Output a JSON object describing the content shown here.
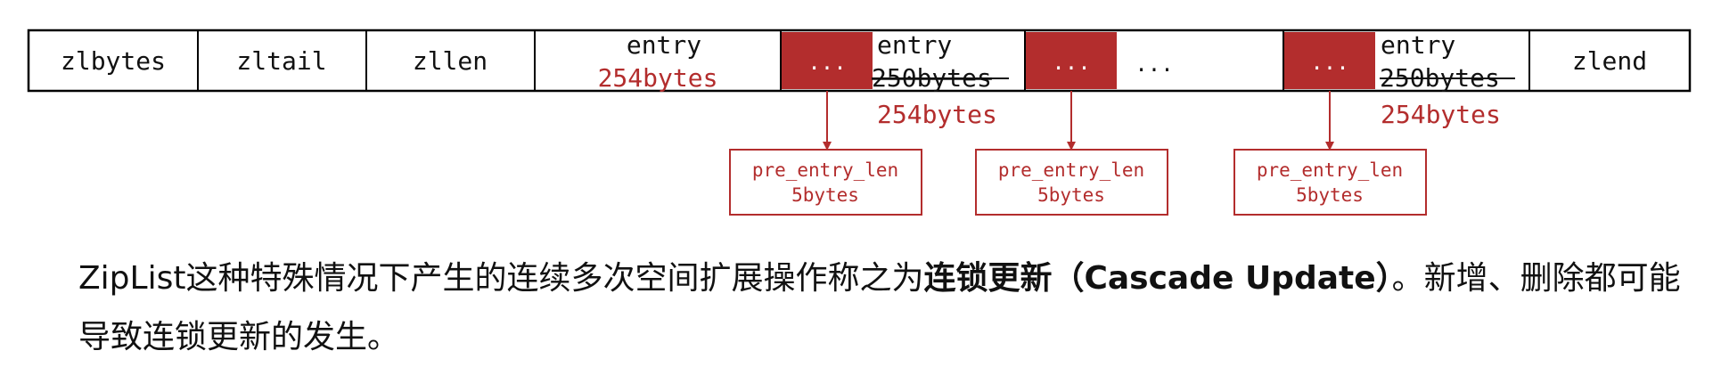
{
  "colors": {
    "accent": "#b32d2d",
    "border": "#000000",
    "text": "#111111",
    "fill_white": "#ffffff"
  },
  "ziplist": {
    "header": [
      "zlbytes",
      "zltail",
      "zllen"
    ],
    "entry1": {
      "label": "entry",
      "size": "254bytes"
    },
    "prevlen_marker": "...",
    "entry2": {
      "label": "entry",
      "old_size": "250bytes",
      "new_size": "254bytes"
    },
    "ellipsis": "...",
    "entry3": {
      "label": "entry",
      "old_size": "250bytes",
      "new_size": "254bytes"
    },
    "end": "zlend"
  },
  "pre_entry_box": {
    "name": "pre_entry_len",
    "size": "5bytes"
  },
  "caption": {
    "prefix": "ZipList这种特殊情况下产生的连续多次空间扩展操作称之为",
    "bold": "连锁更新（Cascade Update）",
    "suffix": "。新增、删除都可能导致连锁更新的发生。"
  }
}
